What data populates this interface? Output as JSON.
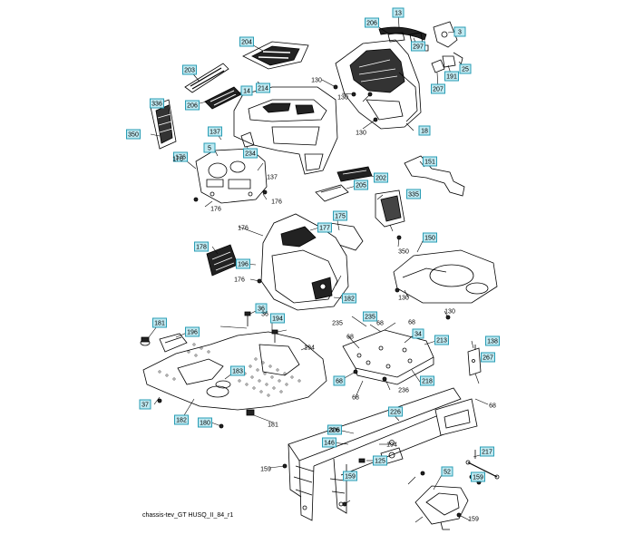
{
  "caption": "chassis-tev_GT HUSQ_II_84_r1",
  "colors": {
    "boxed_fill": "#bfe9f1",
    "boxed_stroke": "#2a9db5",
    "line": "#000000"
  },
  "boxed_callouts": [
    "13",
    "206",
    "3",
    "297",
    "204",
    "203",
    "191",
    "25",
    "207",
    "214",
    "14",
    "206",
    "336",
    "350",
    "137",
    "18",
    "5",
    "234",
    "176",
    "202",
    "151",
    "205",
    "335",
    "175",
    "177",
    "178",
    "196",
    "150",
    "182",
    "181",
    "36",
    "194",
    "196",
    "235",
    "34",
    "213",
    "138",
    "183",
    "68",
    "218",
    "267",
    "37",
    "182",
    "180",
    "226",
    "306",
    "146",
    "217",
    "125",
    "159",
    "52",
    "159"
  ],
  "plain_callouts": [
    "130",
    "130",
    "130",
    "137",
    "176",
    "176",
    "176",
    "176",
    "176",
    "350",
    "130",
    "130",
    "36",
    "68",
    "235",
    "68",
    "68",
    "194",
    "68",
    "236",
    "68",
    "181",
    "194",
    "226",
    "159",
    "159"
  ]
}
